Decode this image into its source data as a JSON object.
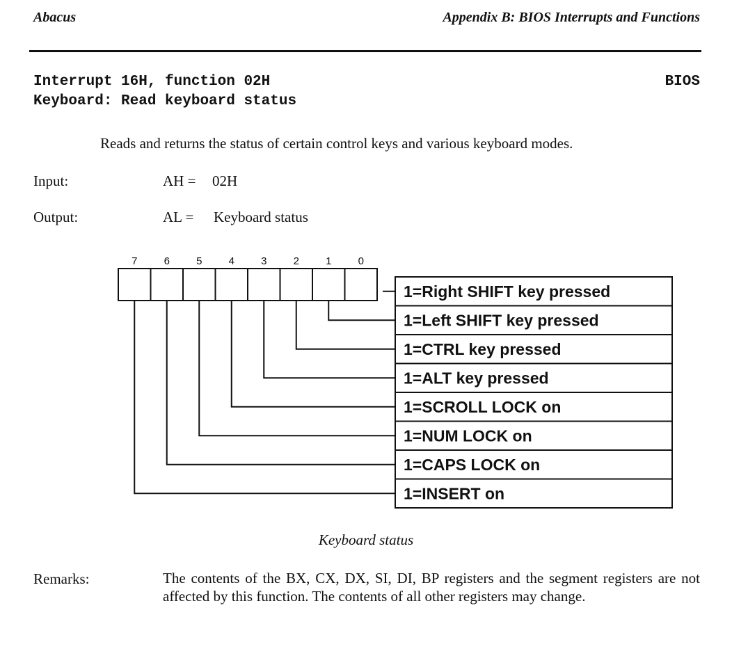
{
  "header": {
    "left": "Abacus",
    "right": "Appendix B: BIOS Interrupts and Functions"
  },
  "title": {
    "line1": "Interrupt 16H, function 02H",
    "line2": "Keyboard: Read keyboard status",
    "category": "BIOS"
  },
  "description": "Reads and returns the status of certain control keys and various keyboard modes.",
  "input": {
    "label": "Input:",
    "register": "AH =",
    "value": "02H"
  },
  "output": {
    "label": "Output:",
    "register": "AL =",
    "value": "Keyboard status"
  },
  "diagram": {
    "bit_numbers": [
      "7",
      "6",
      "5",
      "4",
      "3",
      "2",
      "1",
      "0"
    ],
    "bit_labels": [
      {
        "bit": 0,
        "text": "1=Right SHIFT key pressed"
      },
      {
        "bit": 1,
        "text": "1=Left SHIFT key pressed"
      },
      {
        "bit": 2,
        "text": "1=CTRL key pressed"
      },
      {
        "bit": 3,
        "text": "1=ALT key pressed"
      },
      {
        "bit": 4,
        "text": "1=SCROLL LOCK on"
      },
      {
        "bit": 5,
        "text": "1=NUM LOCK on"
      },
      {
        "bit": 6,
        "text": "1=CAPS LOCK on"
      },
      {
        "bit": 7,
        "text": "1=INSERT on"
      }
    ],
    "caption": "Keyboard status"
  },
  "remarks": {
    "label": "Remarks:",
    "text": "The contents of the BX, CX, DX, SI, DI, BP registers and the segment registers are not affected by this function. The contents of all other registers may change."
  }
}
